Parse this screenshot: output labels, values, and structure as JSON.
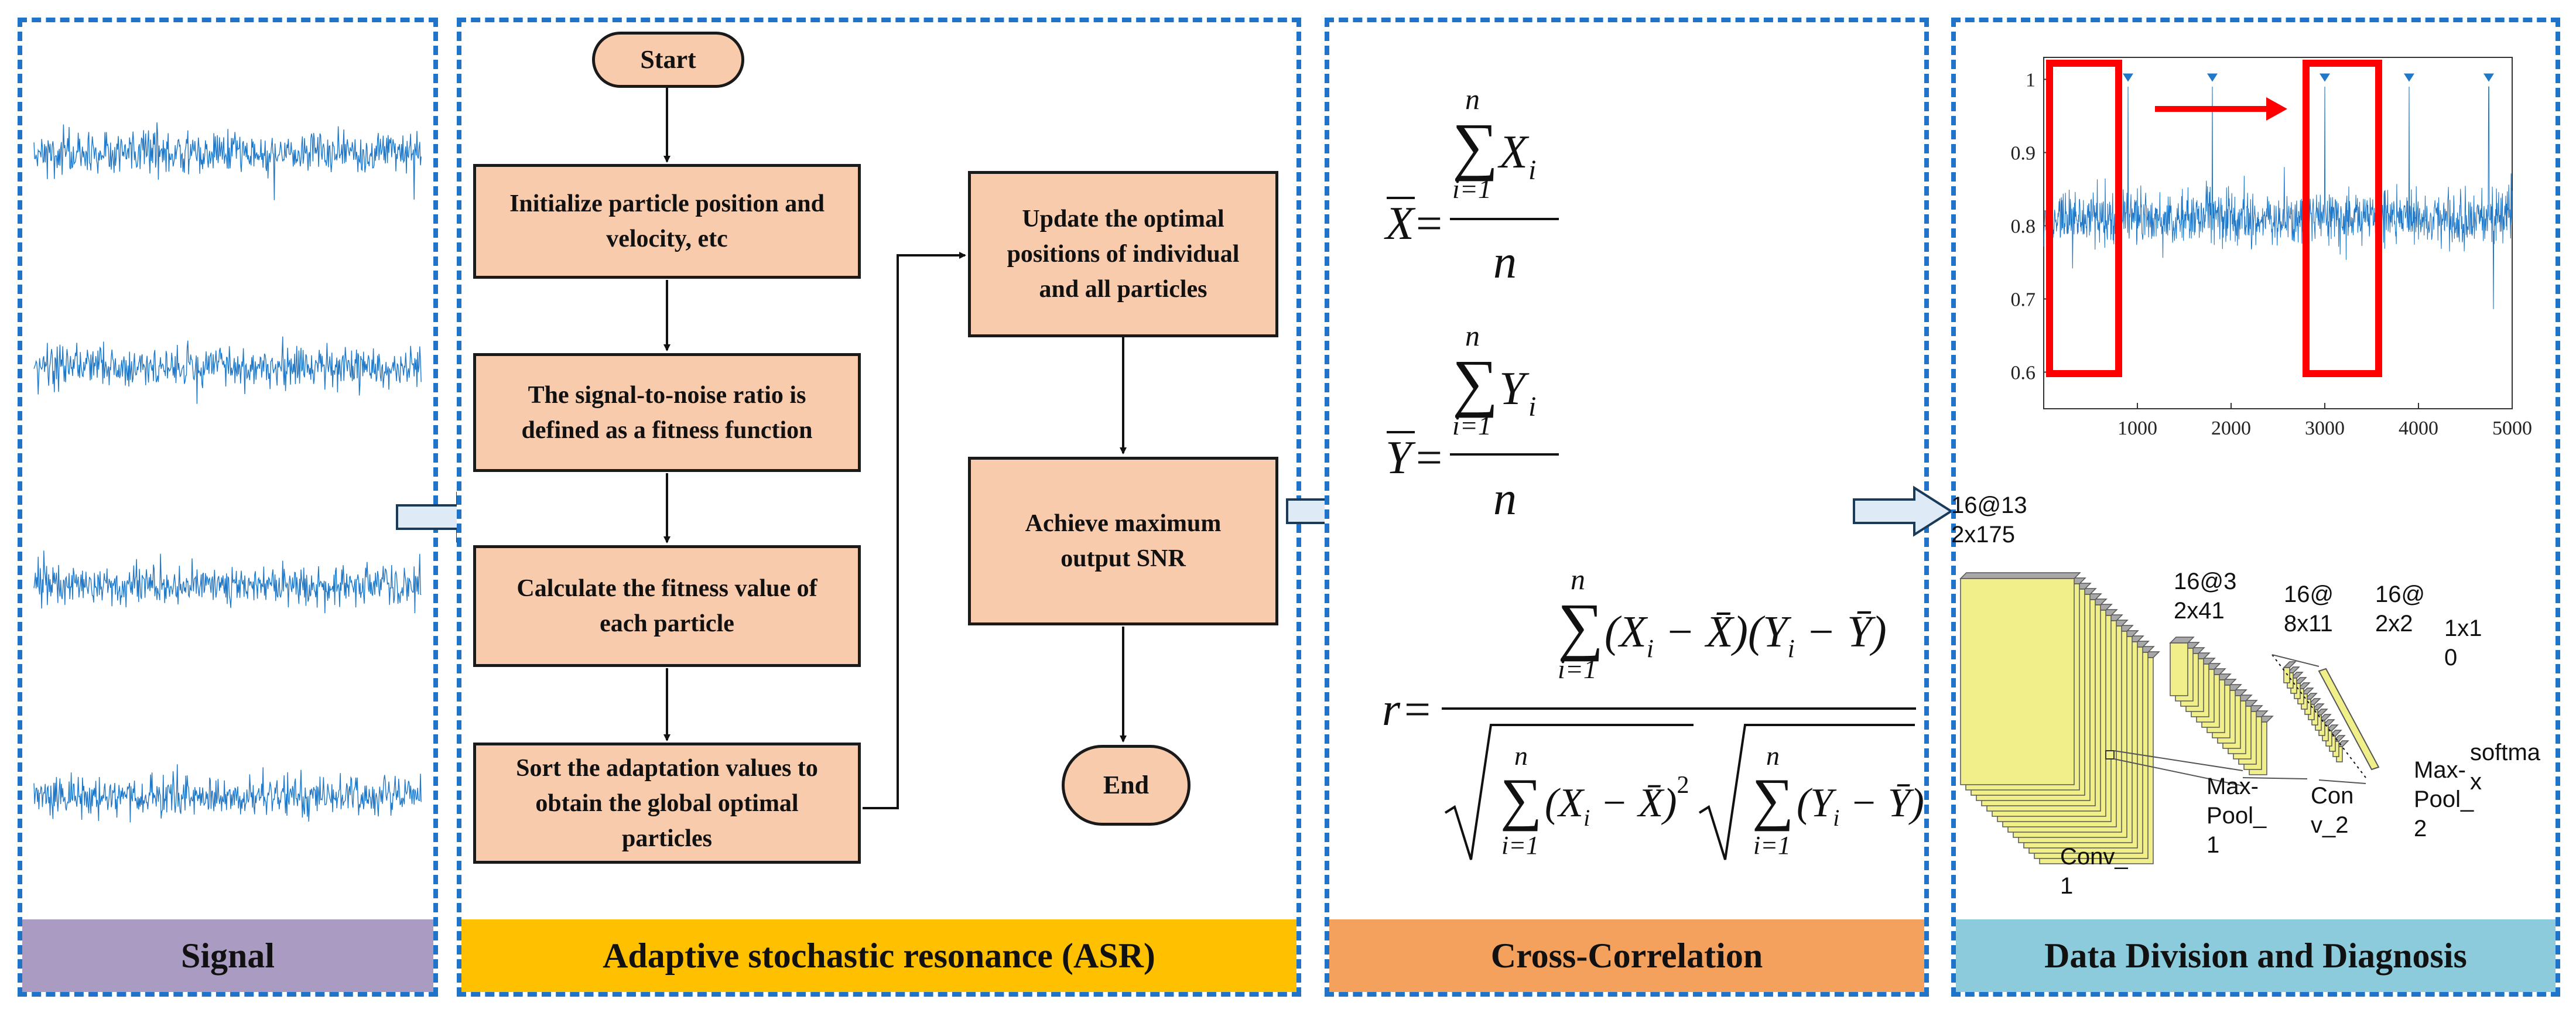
{
  "panels": {
    "signal": {
      "footer": "Signal",
      "footer_color": "#a99bc1"
    },
    "asr": {
      "footer": "Adaptive stochastic resonance (ASR)",
      "footer_color": "#ffc000"
    },
    "cc": {
      "footer": "Cross-Correlation",
      "footer_color": "#f4a15d"
    },
    "dd": {
      "footer": "Data Division and Diagnosis",
      "footer_color": "#8ccbdb"
    }
  },
  "colors": {
    "accent": "#1f73c9",
    "box_fill": "#f8cbad",
    "signal": "#1f78c8",
    "highlight": "#ff0000",
    "cnn_fill": "#f0ef8a"
  },
  "flowchart": {
    "start": "Start",
    "init": [
      "Initialize particle position and",
      "velocity, etc"
    ],
    "snr": [
      "The signal-to-noise ratio is",
      "defined as a fitness function"
    ],
    "calc": [
      "Calculate the fitness value of",
      "each particle"
    ],
    "sort": [
      "Sort the adaptation values to",
      "obtain the global optimal",
      "particles"
    ],
    "update": [
      "Update the optimal",
      "positions of individual",
      "and all particles"
    ],
    "achieve": [
      "Achieve maximum",
      "output SNR"
    ],
    "end": "End"
  },
  "equations": {
    "sum_sym": "∑",
    "upper": "n",
    "lower": "i=1",
    "x_bar": "X",
    "y_bar": "Y",
    "x_i": "X",
    "y_i": "Y",
    "sub_i": "i",
    "equals": "=",
    "n": "n",
    "r": "r",
    "num_term": "(X",
    "num_term2": " − X̄)(Y",
    "num_term3": " − Ȳ)",
    "den_x1": "(X",
    "den_x2": " − X̄)",
    "den_y1": "(Y",
    "den_y2": " − Ȳ)",
    "sq": "2"
  },
  "chart_data": {
    "type": "line",
    "yticks": [
      "1",
      "0.9",
      "0.8",
      "0.7",
      "0.6"
    ],
    "xticks": [
      "1000",
      "2000",
      "3000",
      "4000",
      "5000"
    ],
    "ylim": [
      0.55,
      1.03
    ],
    "xlim": [
      0,
      5000
    ],
    "peaks_x": [
      900,
      1800,
      3000,
      3900,
      4750
    ]
  },
  "cnn": {
    "l1": "16@13\n2x175",
    "l2": "16@3\n2x41",
    "l3": "16@\n8x11",
    "l4": "16@\n2x2",
    "l5": "1x1\n0",
    "conv1": "Conv_\n1",
    "pool1": "Max-\nPool_\n1",
    "conv2": "Con\nv_2",
    "pool2": "Max-\nPool_\n2",
    "softmax": "softma\nx"
  }
}
